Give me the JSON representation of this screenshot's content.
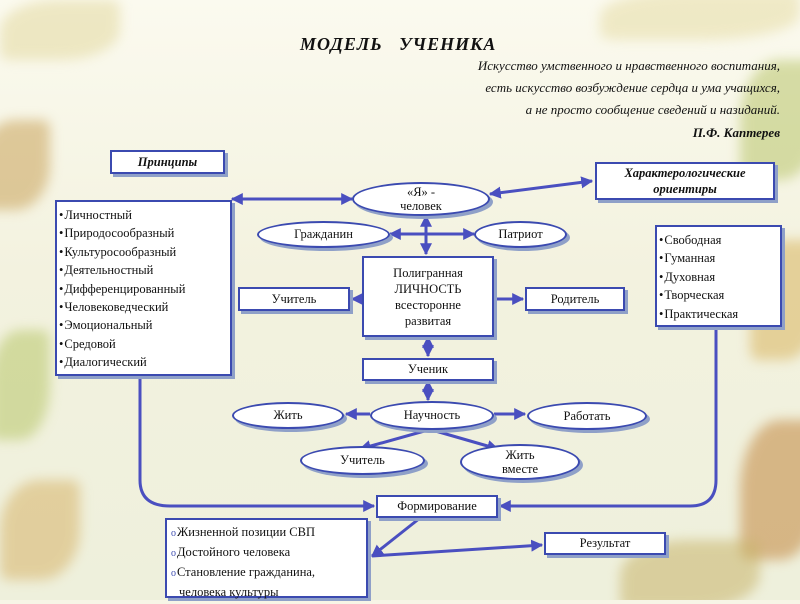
{
  "title": "МОДЕЛЬ   УЧЕНИКА",
  "epigraph": {
    "lines": [
      "Искусство умственного и нравственного воспитания,",
      "есть искусство возбуждение сердца и ума учащихся,",
      "а не просто сообщение сведений и назиданий."
    ],
    "author": "П.Ф. Каптерев"
  },
  "principles": {
    "header": "Принципы",
    "items": [
      "Личностный",
      "Природосообразный",
      "Культуросообразный",
      "Деятельностный",
      "Дифференцированный",
      "Человековедческий",
      "Эмоциональный",
      "Средовой",
      "Диалогический"
    ]
  },
  "orientations": {
    "header_line1": "Характерологические",
    "header_line2": "ориентиры",
    "items": [
      "Свободная",
      "Гуманная",
      "Духовная",
      "Творческая",
      "Практическая"
    ]
  },
  "center": {
    "ya_line1": "«Я» -",
    "ya_line2": "человек",
    "citizen": "Гражданин",
    "patriot": "Патриот",
    "personality_lines": [
      "Полигранная",
      "ЛИЧНОСТЬ",
      "всесторонне",
      "развитая"
    ],
    "teacher": "Учитель",
    "parent": "Родитель",
    "student": "Ученик",
    "live": "Жить",
    "scientific": "Научность",
    "work": "Работать",
    "teacher2": "Учитель",
    "live_together_line1": "Жить",
    "live_together_line2": "вместе"
  },
  "formation": {
    "label": "Формирование",
    "items": [
      "Жизненной позиции СВП",
      "Достойного человека",
      "Становление гражданина,",
      "человека культуры"
    ]
  },
  "result": "Результат",
  "colors": {
    "border": "#3b4ab0",
    "arrow": "#4a4fc0",
    "shadow": "#8fa0c8"
  }
}
